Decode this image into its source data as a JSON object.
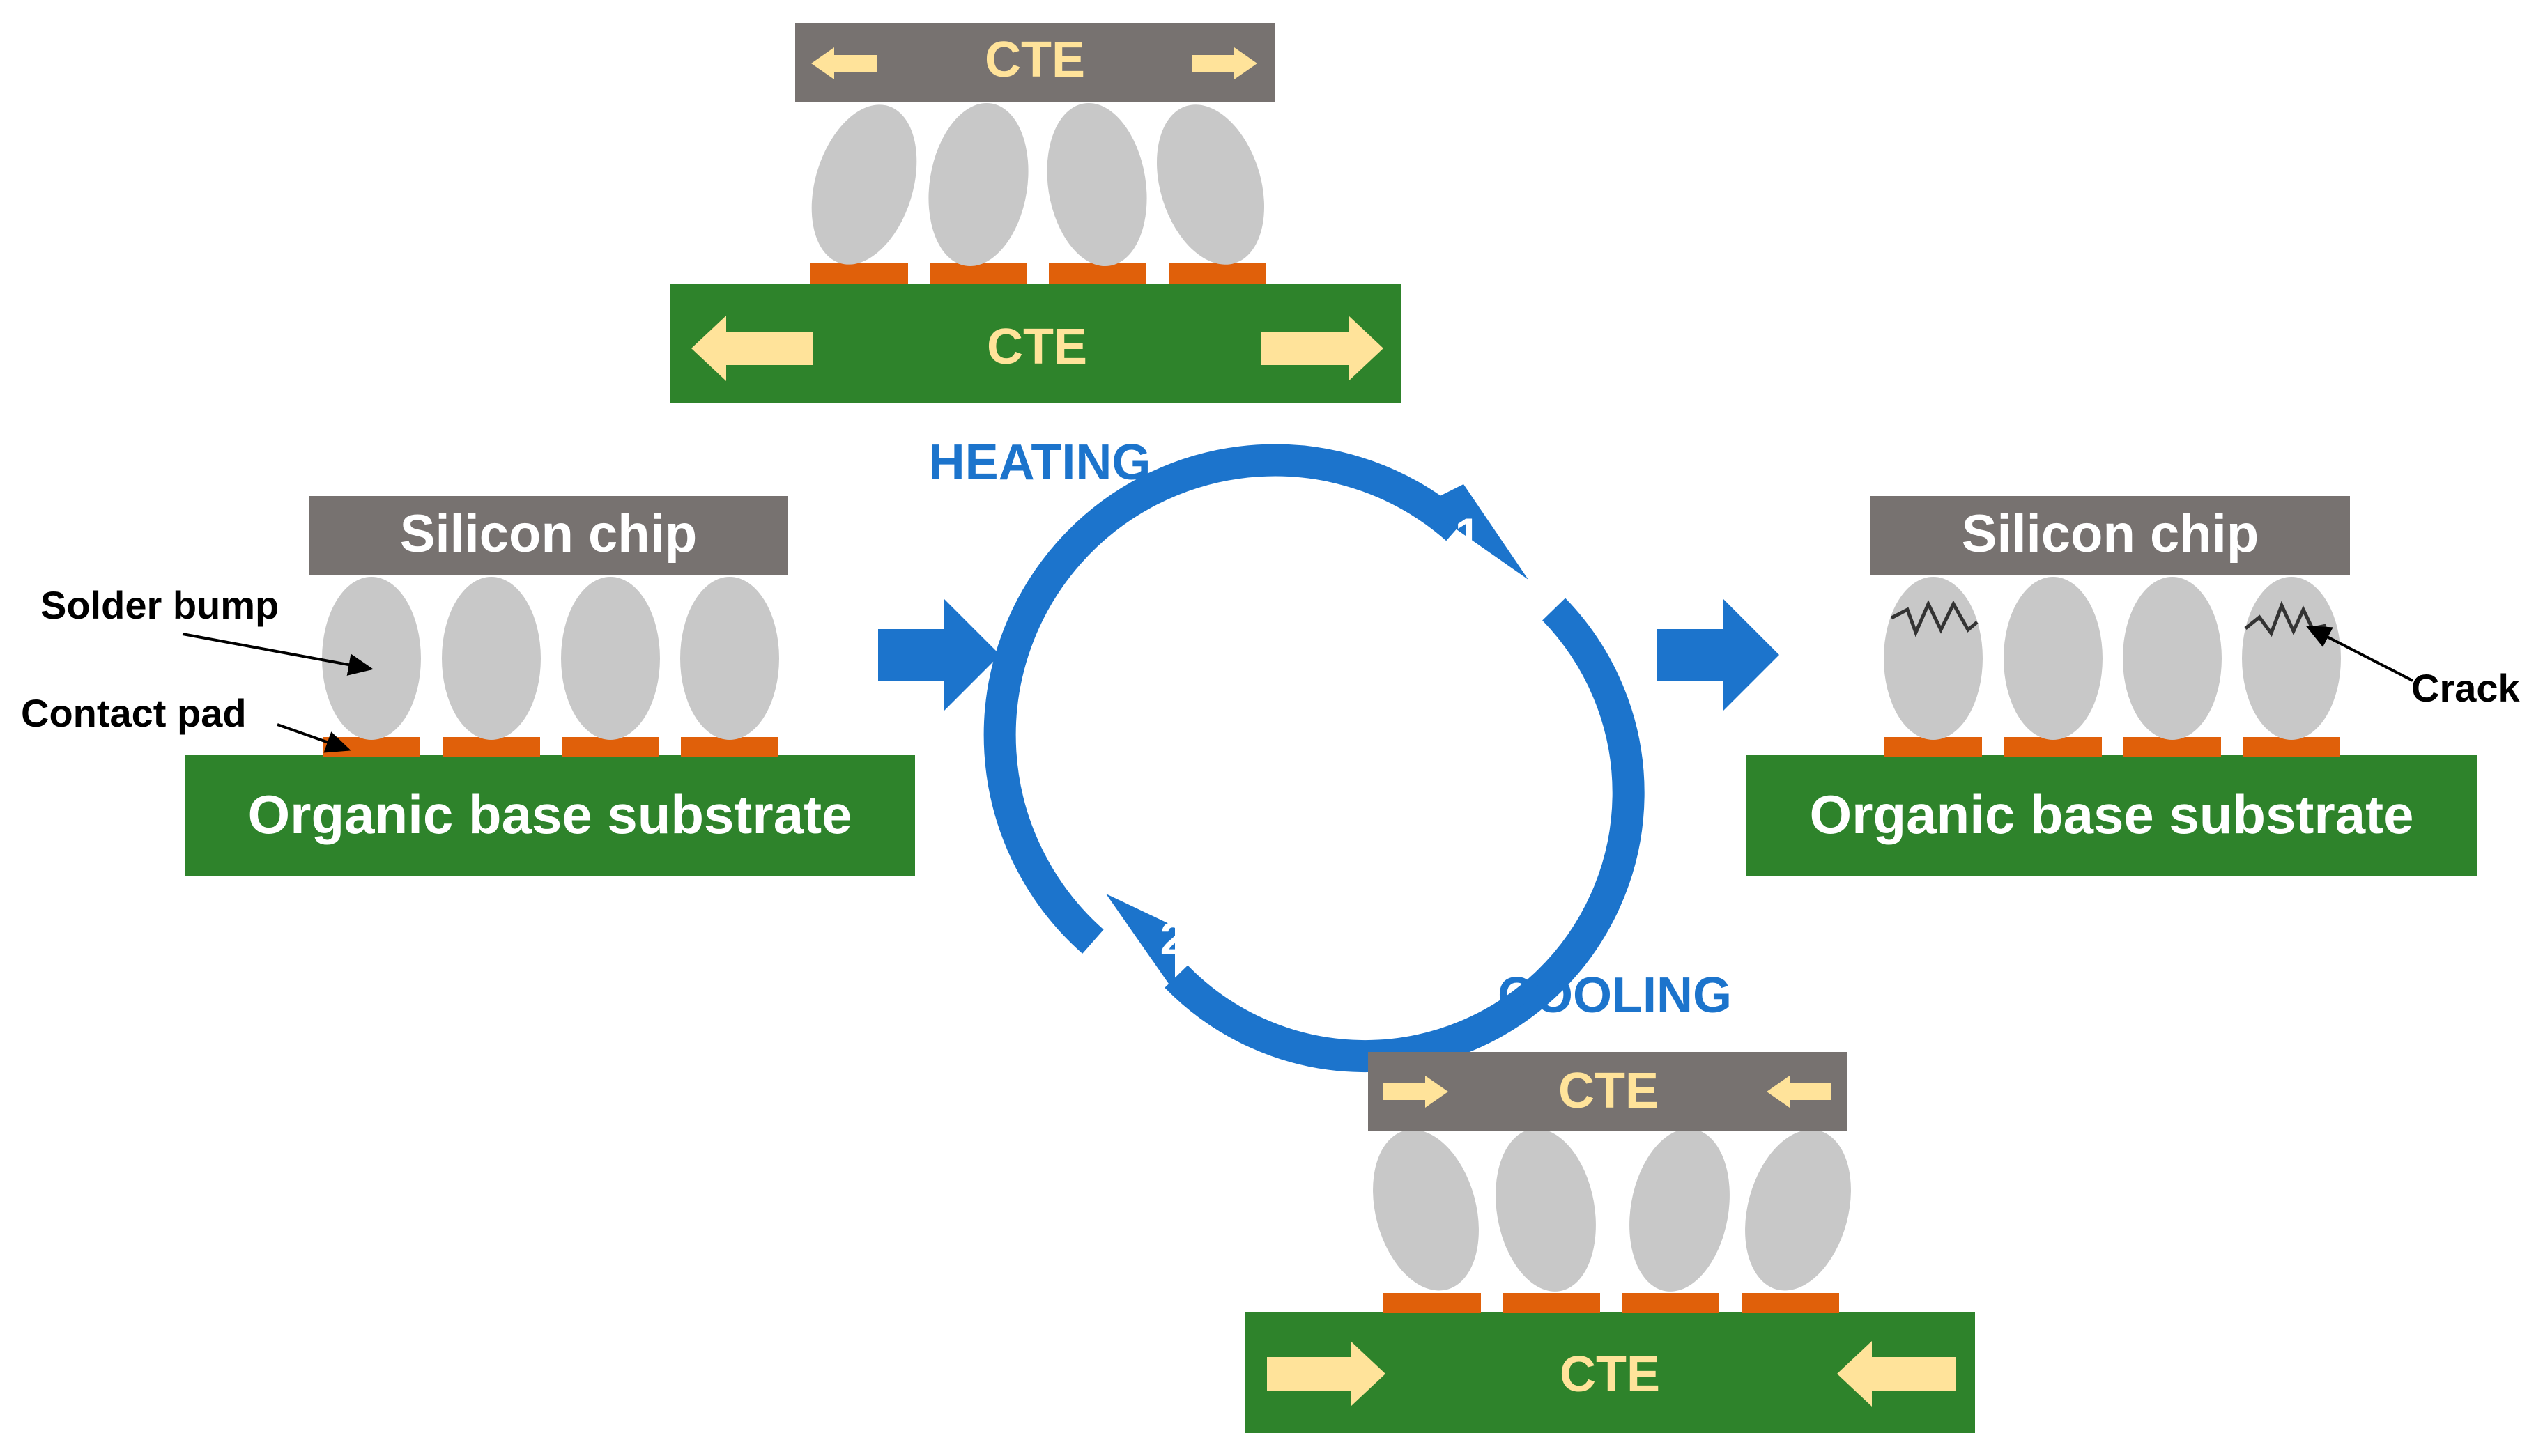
{
  "labels": {
    "silicon_chip_left": "Silicon chip",
    "silicon_chip_right": "Silicon chip",
    "substrate_left": "Organic base substrate",
    "substrate_right": "Organic base substrate",
    "solder_bump": "Solder bump",
    "contact_pad": "Contact pad",
    "crack": "Crack",
    "heating": "HEATING",
    "cooling": "COOLING",
    "step_1": "1",
    "step_2": "2",
    "cte_heating_chip": "CTE",
    "cte_heating_substrate": "CTE",
    "cte_cooling_chip": "CTE",
    "cte_cooling_substrate": "CTE"
  },
  "colors": {
    "chip": "#777270",
    "substrate": "#2e832b",
    "solder": "#c8c8c8",
    "pad": "#e0600a",
    "cycle_blue": "#1c74cc",
    "cte_arrow": "#ffe39a",
    "text_white": "#ffffff",
    "text_black": "#000000"
  },
  "icons": {
    "process_arrow": "right-block-arrow-icon",
    "expansion_arrow": "outward-arrow-icon",
    "contraction_arrow": "inward-arrow-icon",
    "crack_mark": "zigzag-crack-icon",
    "cycle": "circular-cycle-arrow-icon"
  }
}
